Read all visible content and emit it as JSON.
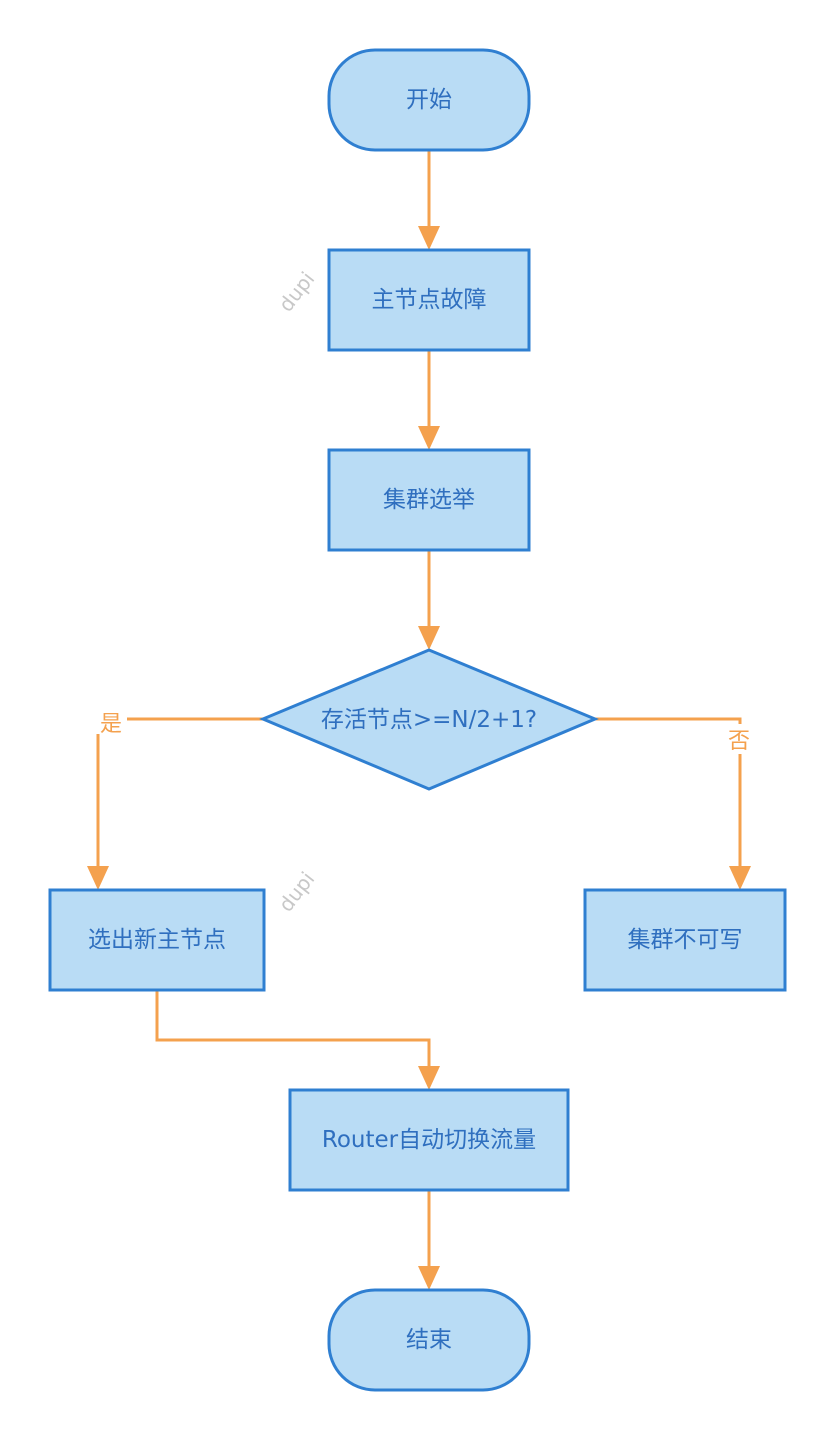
{
  "nodes": {
    "start": "开始",
    "master_failure": "主节点故障",
    "cluster_election": "集群选举",
    "decision": "存活节点>=N/2+1?",
    "elect_new_master": "选出新主节点",
    "cluster_not_writable": "集群不可写",
    "router_switch": "Router自动切换流量",
    "end": "结束"
  },
  "edges": {
    "yes_label": "是",
    "no_label": "否"
  },
  "watermarks": [
    "dupi",
    "dupi"
  ],
  "colors": {
    "node_fill": "#b9dcf5",
    "node_stroke": "#2f7fd1",
    "node_text": "#2f6fbf",
    "edge": "#f4a14e",
    "watermark": "#c8c8c8"
  }
}
